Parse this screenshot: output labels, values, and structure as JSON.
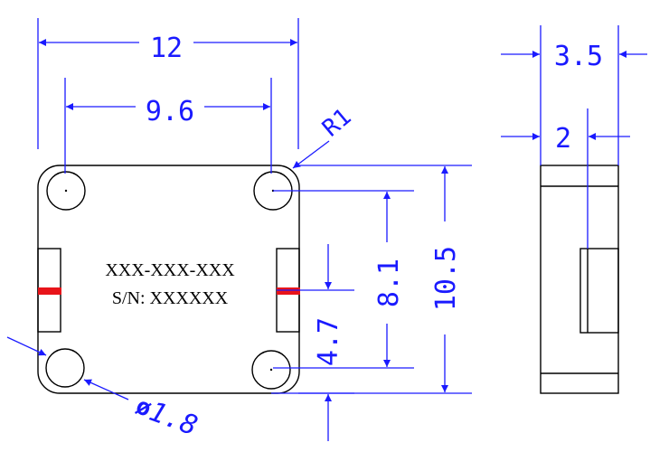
{
  "colors": {
    "outline": "#000000",
    "dimension": "#1a1aff",
    "marker": "#e8141a"
  },
  "front_view": {
    "label_line1": "XXX-XXX-XXX",
    "label_line2": "S/N: XXXXXX"
  },
  "dimensions": {
    "overall_width": "12",
    "hole_spacing_horizontal": "9.6",
    "corner_radius": "R1",
    "overall_height": "10.5",
    "hole_spacing_vertical": "8.1",
    "marker_offset": "4.7",
    "hole_diameter": "1.8",
    "diameter_symbol": "ø",
    "side_thickness": "3.5",
    "side_step": "2"
  }
}
